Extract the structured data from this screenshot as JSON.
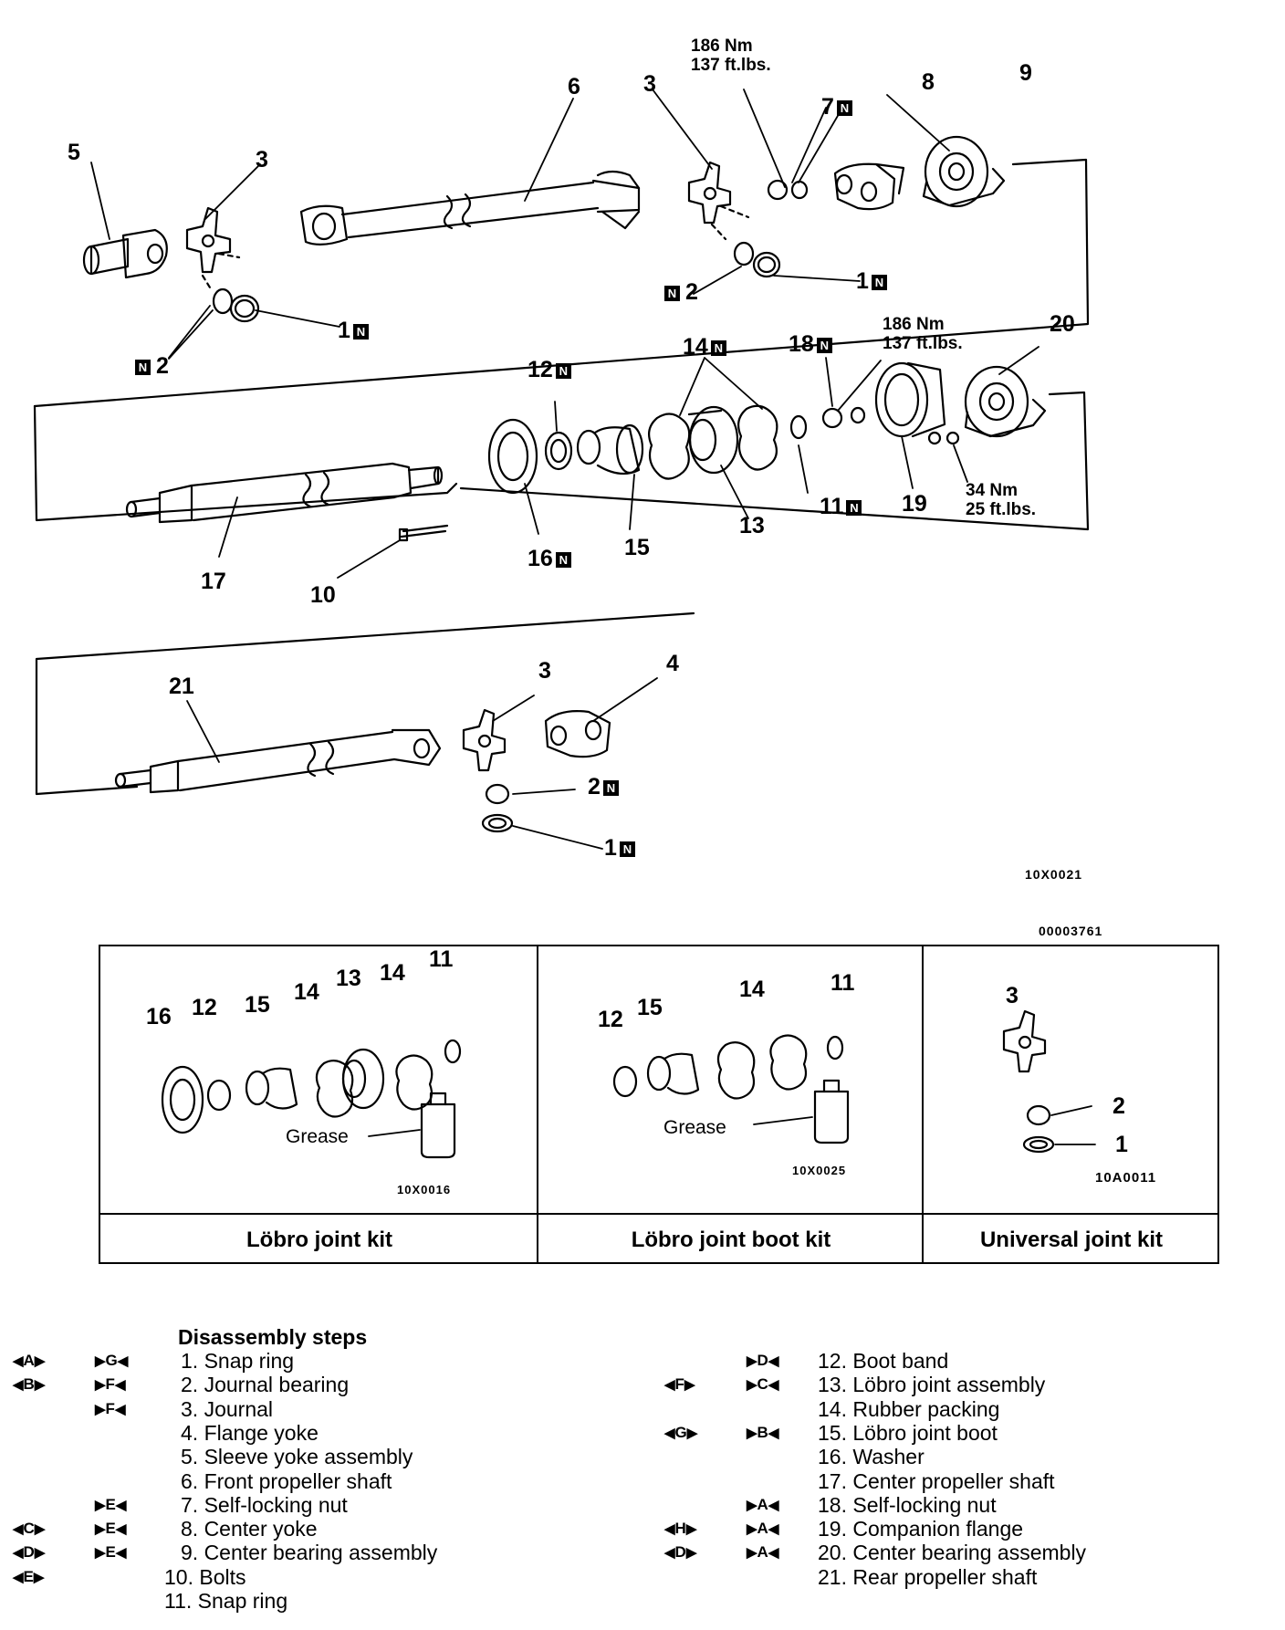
{
  "callouts": {
    "c5": "5",
    "c3a": "3",
    "c6": "6",
    "c3b": "3",
    "c8": "8",
    "c9": "9",
    "c7": "7",
    "c1a": "1",
    "c2a": "2",
    "c1b": "1",
    "c2b": "2",
    "c14": "14",
    "c12": "12",
    "c18": "18",
    "c20": "20",
    "c11": "11",
    "c19": "19",
    "c13": "13",
    "c15": "15",
    "c16": "16",
    "c17": "17",
    "c10": "10",
    "c21": "21",
    "c3c": "3",
    "c4": "4",
    "c2c": "2",
    "c1c": "1"
  },
  "n_marker": "N",
  "torques": {
    "t1": [
      "186 Nm",
      "137 ft.lbs."
    ],
    "t2": [
      "186 Nm",
      "137 ft.lbs."
    ],
    "t3": [
      "34 Nm",
      "25 ft.lbs."
    ]
  },
  "figure_codes": {
    "main": "10X0021",
    "table": "00003761"
  },
  "kits": [
    {
      "title": "Löbro joint kit",
      "code": "10X0016",
      "grease_label": "Grease",
      "callouts": [
        "16",
        "12",
        "15",
        "14",
        "13",
        "14",
        "11"
      ]
    },
    {
      "title": "Löbro joint boot kit",
      "code": "10X0025",
      "grease_label": "Grease",
      "callouts": [
        "12",
        "15",
        "14",
        "11"
      ]
    },
    {
      "title": "Universal joint kit",
      "code": "10A0011",
      "callouts": [
        "3",
        "2",
        "1"
      ]
    }
  ],
  "steps_title": "Disassembly steps",
  "steps": [
    {
      "text": "1. Snap ring",
      "m1": "A",
      "m2": "G"
    },
    {
      "text": "2. Journal bearing",
      "m1": "B",
      "m2": "F"
    },
    {
      "text": "3. Journal",
      "m2": "F"
    },
    {
      "text": "4. Flange yoke"
    },
    {
      "text": "5. Sleeve yoke assembly"
    },
    {
      "text": "6. Front propeller shaft"
    },
    {
      "text": "7. Self-locking nut",
      "m2": "E"
    },
    {
      "text": "8. Center yoke",
      "m1": "C",
      "m2": "E"
    },
    {
      "text": "9. Center bearing assembly",
      "m1": "D",
      "m2": "E"
    },
    {
      "text": "10. Bolts",
      "m1": "E"
    },
    {
      "text": "11. Snap ring"
    },
    {
      "text": "12. Boot band",
      "m2": "D"
    },
    {
      "text": "13. Löbro joint assembly",
      "m1": "F",
      "m2": "C"
    },
    {
      "text": "14. Rubber packing"
    },
    {
      "text": "15. Löbro joint boot",
      "m1": "G",
      "m2": "B"
    },
    {
      "text": "16. Washer"
    },
    {
      "text": "17. Center propeller shaft"
    },
    {
      "text": "18. Self-locking nut",
      "m2": "A"
    },
    {
      "text": "19. Companion flange",
      "m1": "H",
      "m2": "A"
    },
    {
      "text": "20. Center bearing assembly",
      "m1": "D",
      "m2": "A"
    },
    {
      "text": "21. Rear propeller shaft"
    }
  ]
}
